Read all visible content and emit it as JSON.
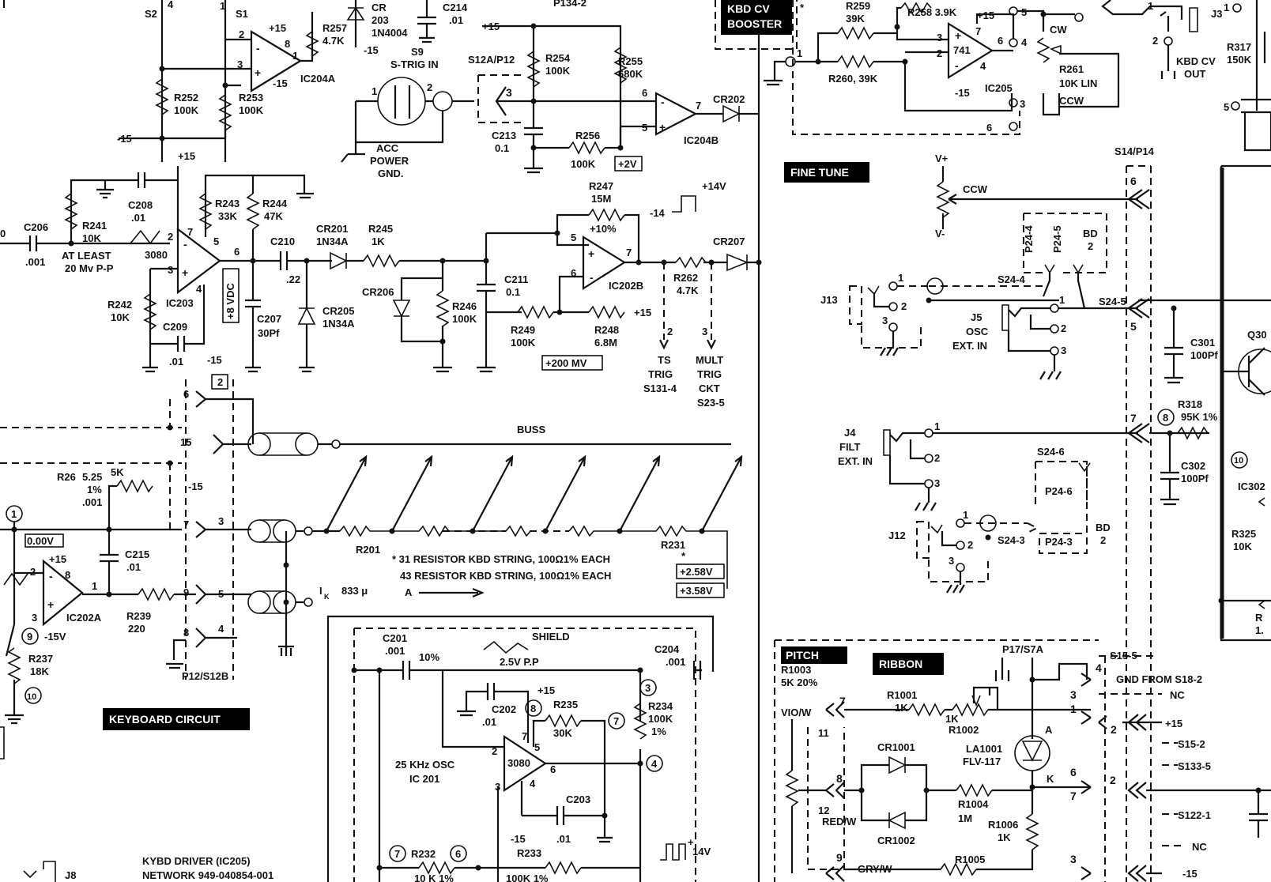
{
  "labels": {
    "keyboard_circuit": "KEYBOARD CIRCUIT",
    "kbd_cv_booster_line1": "KBD CV",
    "kbd_cv_booster_line2": "BOOSTER",
    "fine_tune": "FINE TUNE",
    "pitch": "PITCH",
    "ribbon": "RIBBON",
    "buss": "BUSS",
    "shield": "SHIELD",
    "kbd_cv_out_line1": "KBD CV",
    "kbd_cv_out_line2": "OUT",
    "kybd_driver_line1": "KYBD DRIVER (IC205)",
    "kybd_driver_line2": "NETWORK 949-040854-001",
    "resistor_string_31": "* 31 RESISTOR KBD STRING, 100Ω1% EACH",
    "resistor_string_43": "43 RESISTOR KBD STRING, 100Ω1% EACH",
    "ik": "I",
    "ik_sub": "K",
    "ik_value": "833 μ",
    "arrow_a": "A",
    "osc_line1": "25 KHz  OSC",
    "osc_line2": "IC 201",
    "acc_line1": "ACC",
    "acc_line2": "POWER",
    "acc_line3": "GND.",
    "at_least_line1": "AT LEAST",
    "at_least_line2": "20 Mv P-P",
    "ts_trig": [
      "TS",
      "TRIG",
      "S131-4"
    ],
    "mult_trig": [
      "MULT",
      "TRIG",
      "CKT",
      "S23-5"
    ],
    "j5": [
      "J5",
      "OSC",
      "EXT. IN"
    ],
    "j4": [
      "J4",
      "FILT",
      "EXT. IN"
    ],
    "gnd_from": "GND FROM S18-2",
    "nc1": "NC",
    "nc2": "NC",
    "s9": [
      "S9",
      "S-TRIG IN"
    ]
  },
  "boxed_values": {
    "v8vdc": "+8 VDC",
    "v2v": "+2V",
    "v200mv": "+200 MV",
    "v258": "+2.58V",
    "v358": "+3.58V",
    "v000": "0.00V"
  },
  "ics": {
    "ic204a": "IC204A",
    "ic204b": "IC204B",
    "ic203": "IC203",
    "ic203_type": "3080",
    "ic202b": "IC202B",
    "ic202a": "IC202A",
    "ic201_type": "3080",
    "ic205": "IC205",
    "ic205_type": "741",
    "ic302": "IC302",
    "q30": "Q30"
  },
  "components": {
    "r252": [
      "R252",
      "100K"
    ],
    "r253": [
      "R253",
      "100K"
    ],
    "r257": [
      "R257",
      "4.7K"
    ],
    "cr203": [
      "CR",
      "203",
      "1N4004"
    ],
    "c214": [
      "C214",
      ".01"
    ],
    "r254": [
      "R254",
      "100K"
    ],
    "r255": [
      "R255",
      "680K"
    ],
    "r256": [
      "R256",
      "100K"
    ],
    "c213": [
      "C213",
      "0.1"
    ],
    "cr202": "CR202",
    "r241": [
      "R241",
      "10K"
    ],
    "c208": [
      "C208",
      ".01"
    ],
    "c206": [
      "C206",
      ".001"
    ],
    "r243": [
      "R243",
      "33K"
    ],
    "r244": [
      "R244",
      "47K"
    ],
    "r242": [
      "R242",
      "10K"
    ],
    "c209": [
      "C209",
      ".01"
    ],
    "c210": [
      "C210",
      ".22"
    ],
    "c207": [
      "C207",
      "30Pf"
    ],
    "cr201": [
      "CR201",
      "1N34A"
    ],
    "r245": [
      "R245",
      "1K"
    ],
    "cr205": [
      "CR205",
      "1N34A"
    ],
    "cr206": "CR206",
    "r246": [
      "R246",
      "100K"
    ],
    "c211": [
      "C211",
      "0.1"
    ],
    "r247": [
      "R247",
      "15M",
      "+10%"
    ],
    "r249": [
      "R249",
      "100K"
    ],
    "r248": [
      "R248",
      "6.8M"
    ],
    "r262": [
      "R262",
      "4.7K"
    ],
    "cr207": "CR207",
    "r26": [
      "R26",
      "5.25",
      "1%",
      ".001",
      "5K"
    ],
    "c215": [
      "C215",
      ".01"
    ],
    "r239": [
      "R239",
      "220"
    ],
    "r237": [
      "R237",
      "18K"
    ],
    "r201": "R201",
    "r231": "R231",
    "c201": [
      "C201",
      ".001",
      "10%"
    ],
    "c202": [
      "C202",
      ".01"
    ],
    "r235": [
      "R235",
      "30K"
    ],
    "c204": [
      "C204",
      ".001"
    ],
    "r234": [
      "R234",
      "100K",
      "1%"
    ],
    "c203": [
      "C203",
      ".01"
    ],
    "r232": [
      "R232",
      "10 K 1%"
    ],
    "r233": [
      "R233",
      "100K 1%"
    ],
    "r259": [
      "R259",
      "39K"
    ],
    "r258": "R258 3.9K",
    "r260": "R260, 39K",
    "r261": [
      "R261",
      "10K LIN",
      "CW",
      "CCW"
    ],
    "r317": [
      "R317",
      "150K"
    ],
    "c301": [
      "C301",
      "100Pf"
    ],
    "r318": [
      "R318",
      "95K 1%"
    ],
    "c302": [
      "C302",
      "100Pf"
    ],
    "r325": [
      "R325",
      "10K"
    ],
    "r1003": [
      "R1003",
      "5K  20%"
    ],
    "r1001": [
      "R1001",
      "1K"
    ],
    "r1002": [
      "R1002",
      "1K"
    ],
    "cr1001": "CR1001",
    "cr1002": "CR1002",
    "r1004": [
      "R1004",
      "1M"
    ],
    "la1001": [
      "LA1001",
      "FLV-117"
    ],
    "r1006": [
      "R1006",
      "1K"
    ],
    "r1005": "R1005"
  },
  "connectors": {
    "s2": "S2",
    "s1": "S1",
    "j3": "J3",
    "j13": "J13",
    "j12": "J12",
    "j8": "J8",
    "s12a_p12": "S12A/P12",
    "p12_s12b": "P12/S12B",
    "p134_2": "P134-2",
    "s14_p14": "S14/P14",
    "s24_4": "S24-4",
    "s24_5": "S24-5",
    "s24_6": "S24-6",
    "s24_3": "S24-3",
    "p24_4": "P24-4",
    "p24_5": "P24-5",
    "bd2": [
      "BD",
      "2"
    ],
    "p24_6": "P24-6",
    "p24_3": "P24-3",
    "p17_s7a": "P17/S7A",
    "s15_5": "S15-5",
    "s15_2": "S15-2",
    "s133_5": "S133-5",
    "s122_1": "S122-1",
    "vio_w": "VIO/W",
    "red_w": "RED/W",
    "gry_w": "GRY/W"
  },
  "supplies": {
    "p15": "+15",
    "m15": "-15",
    "m15v": "-15V",
    "p14v": "+14V",
    "m14": "-14",
    "vplus": "V+",
    "vminus": "V-",
    "ccw": "CCW",
    "p14v2": "14V"
  },
  "numbers": {
    "pins": [
      "1",
      "2",
      "3",
      "4",
      "5",
      "6",
      "7",
      "8",
      "9",
      "10",
      "11",
      "12",
      "15"
    ]
  }
}
